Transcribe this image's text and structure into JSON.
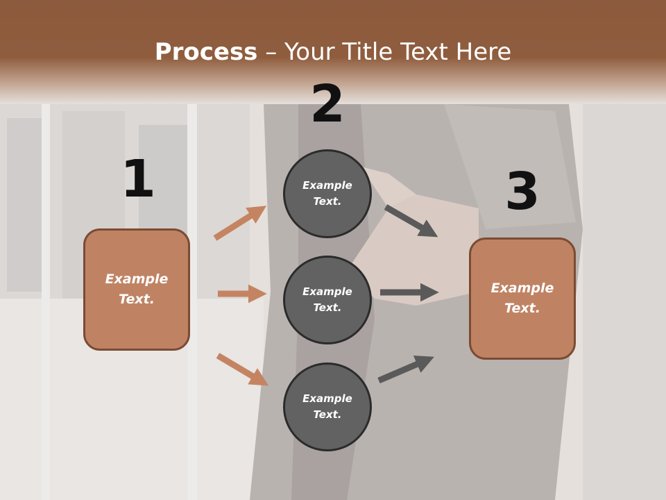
{
  "title": {
    "bold": "Process",
    "rest": " – Your Title Text Here"
  },
  "steps": {
    "one": {
      "number": "1",
      "box_text": "Example\nText."
    },
    "two": {
      "number": "2",
      "circles": [
        "Example\nText.",
        "Example\nText.",
        "Example\nText."
      ]
    },
    "three": {
      "number": "3",
      "box_text": "Example\nText."
    }
  },
  "colors": {
    "title_bar": "#8c5a3c",
    "box_fill": "#bf8363",
    "box_border": "#7b4b33",
    "circle_fill": "#626262",
    "circle_border": "#2b2b2b",
    "arrow_orange": "#c48462",
    "arrow_gray": "#5a5a5a"
  }
}
